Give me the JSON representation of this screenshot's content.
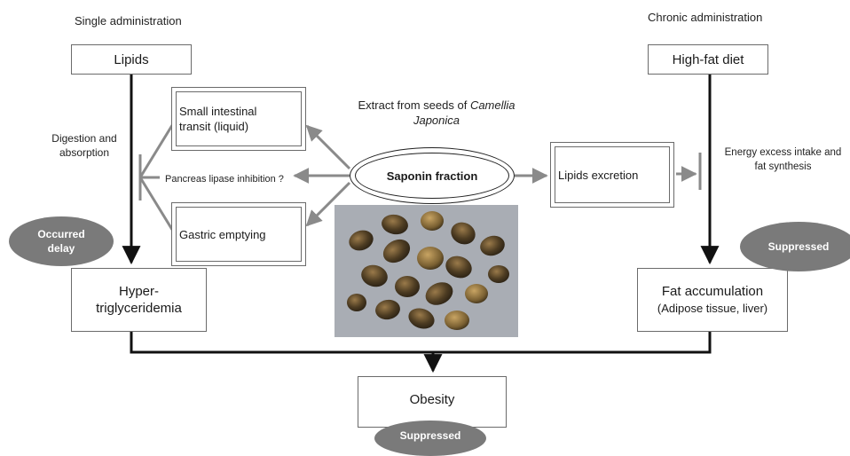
{
  "headings": {
    "single": "Single administration",
    "chronic": "Chronic administration"
  },
  "boxes": {
    "lipids": "Lipids",
    "high_fat_diet": "High-fat diet",
    "hypertriglyceridemia": "Hyper-\ntriglyceridemia",
    "fat_accumulation": "Fat accumulation",
    "fat_accumulation_sub": "(Adipose tissue, liver)",
    "obesity": "Obesity",
    "small_intestinal": "Small intestinal\ntransit (liquid)",
    "gastric_emptying": "Gastric emptying",
    "lipids_excretion": "Lipids excretion",
    "saponin": "Saponin fraction"
  },
  "labels": {
    "digestion": "Digestion and\nabsorption",
    "pancreas": "Pancreas lipase inhibition ?",
    "energy": "Energy excess intake and\nfat synthesis",
    "extract_prefix": "Extract from seeds of",
    "extract_species": "Camellia\nJaponica"
  },
  "ovals": {
    "occurred_delay": "Occurred\ndelay",
    "suppressed_right": "Suppressed",
    "suppressed_bottom": "Suppressed"
  },
  "colors": {
    "arrow_gray": "#8a8a8a",
    "arrow_black": "#111111",
    "oval_fill": "#7a7a7a"
  }
}
